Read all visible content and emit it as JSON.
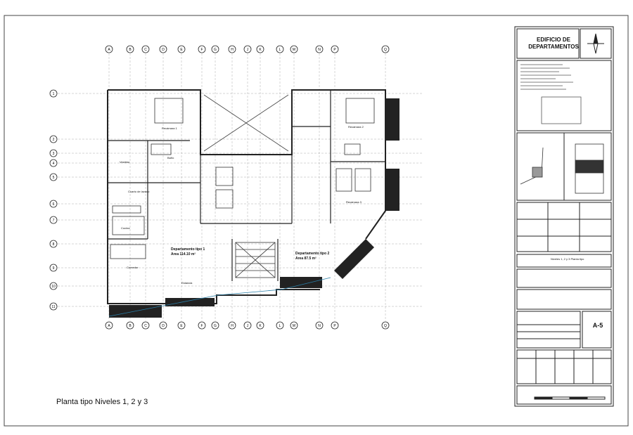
{
  "drawing": {
    "caption": "Planta tipo Niveles 1, 2 y 3",
    "grid_columns": [
      "A",
      "B",
      "C",
      "D",
      "E",
      "F",
      "G",
      "H",
      "J",
      "K",
      "L",
      "M",
      "N",
      "P",
      "Q"
    ],
    "grid_rows": [
      "1",
      "2",
      "3",
      "4",
      "5",
      "6",
      "7",
      "8",
      "9",
      "10",
      "11"
    ],
    "rooms": [
      {
        "label": "Recámara 1"
      },
      {
        "label": "Recámara 2"
      },
      {
        "label": "Recámara 3"
      },
      {
        "label": "Baño"
      },
      {
        "label": "Vestidor"
      },
      {
        "label": "Cocina"
      },
      {
        "label": "Comedor"
      },
      {
        "label": "Estancia"
      },
      {
        "label": "Cuarto de lavado"
      },
      {
        "label": "Departamento tipo 1"
      },
      {
        "label": "Area 114.10 m²"
      },
      {
        "label": "Departamento tipo 2"
      },
      {
        "label": "Area 87.5 m²"
      }
    ]
  },
  "title_block": {
    "project_title": "EDIFICIO DE DEPARTAMENTOS",
    "sheet_id": "A-5",
    "level_label": "Niveles 1, 2 y 3 Planta tipo"
  },
  "colors": {
    "line": "#222222",
    "accent": "#2a7fa8"
  }
}
